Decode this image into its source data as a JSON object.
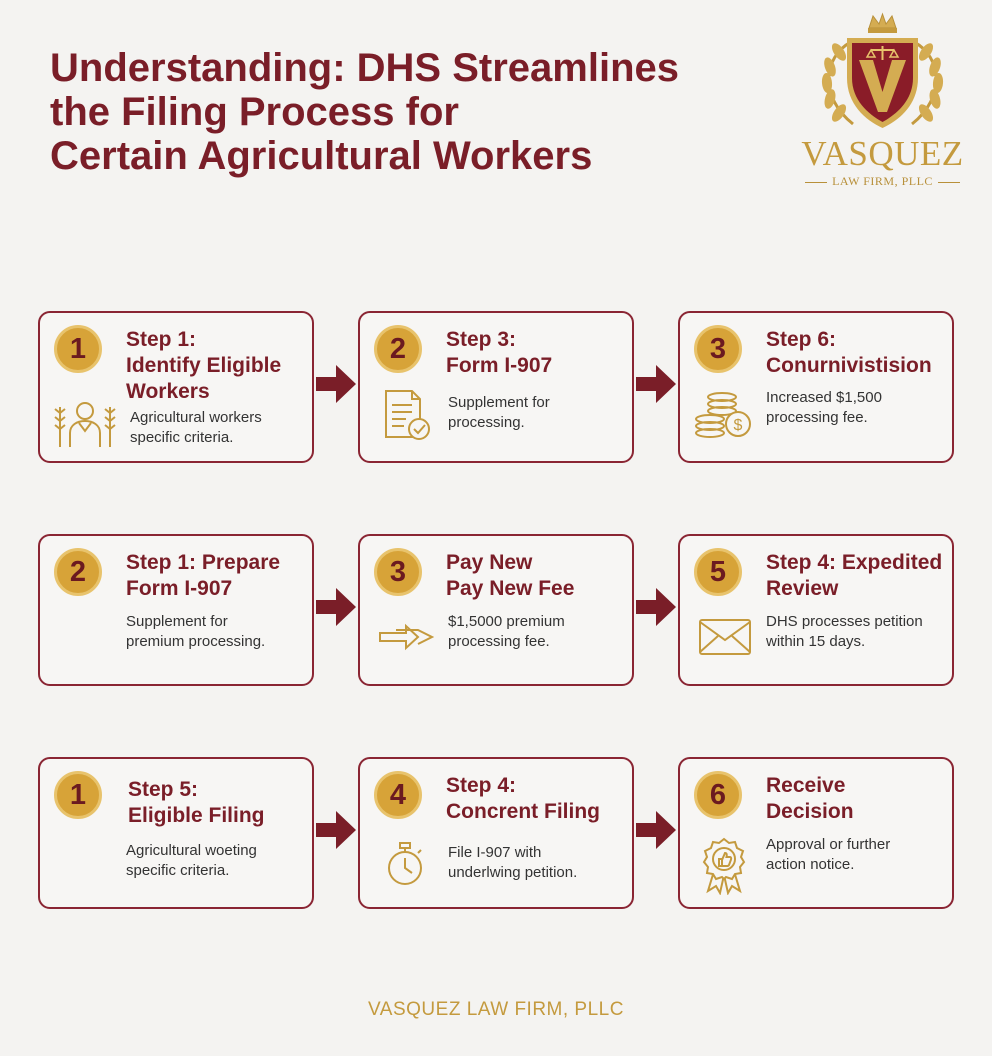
{
  "title_lines": [
    "Understanding: DHS Streamlines",
    "the Filing Process for",
    "Certain Agricultural Workers"
  ],
  "logo": {
    "name": "VASQUEZ",
    "subtitle": "LAW FIRM, PLLC"
  },
  "footer": "VASQUEZ LAW FIRM, PLLC",
  "colors": {
    "maroon": "#7a1e28",
    "gold": "#d7a338",
    "background": "#f4f3f1"
  },
  "rows": [
    [
      {
        "badge": "1",
        "heading": [
          "Step 1:",
          "Identify Eligible",
          "Workers"
        ],
        "desc": [
          "Agricultural workers",
          "specific criteria."
        ],
        "icon": "farmer-icon"
      },
      {
        "badge": "2",
        "heading": [
          "Step 3:",
          "Form I-907"
        ],
        "desc": [
          "Supplement for",
          "processing."
        ],
        "icon": "document-check-icon"
      },
      {
        "badge": "3",
        "heading": [
          "Step 6:",
          "Conurnivistision"
        ],
        "desc": [
          "Increased $1,500",
          "processing fee."
        ],
        "icon": "coins-icon"
      }
    ],
    [
      {
        "badge": "2",
        "heading": [
          "Step 1: Prepare",
          "Form I-907"
        ],
        "desc": [
          "Supplement for",
          "premium processing."
        ],
        "icon": ""
      },
      {
        "badge": "3",
        "heading": [
          "Pay New",
          "Pay New Fee"
        ],
        "desc": [
          "$1,5000 premium",
          "processing fee."
        ],
        "icon": "double-arrow-icon"
      },
      {
        "badge": "5",
        "heading": [
          "Step 4:  Expedited",
          "Review"
        ],
        "desc": [
          "DHS processes petition",
          "within 15 days."
        ],
        "icon": "envelope-icon"
      }
    ],
    [
      {
        "badge": "1",
        "heading": [
          "Step 5:",
          "Eligible Filing"
        ],
        "desc": [
          "Agricultural woeting",
          "specific criteria."
        ],
        "icon": ""
      },
      {
        "badge": "4",
        "heading": [
          "Step 4:",
          "Concrent Filing"
        ],
        "desc": [
          "File I-907 with",
          "underlwing petition."
        ],
        "icon": "stopwatch-icon"
      },
      {
        "badge": "6",
        "heading": [
          "Receive",
          "Decision"
        ],
        "desc": [
          "Approval or further",
          "action notice."
        ],
        "icon": "award-ribbon-icon"
      }
    ]
  ]
}
